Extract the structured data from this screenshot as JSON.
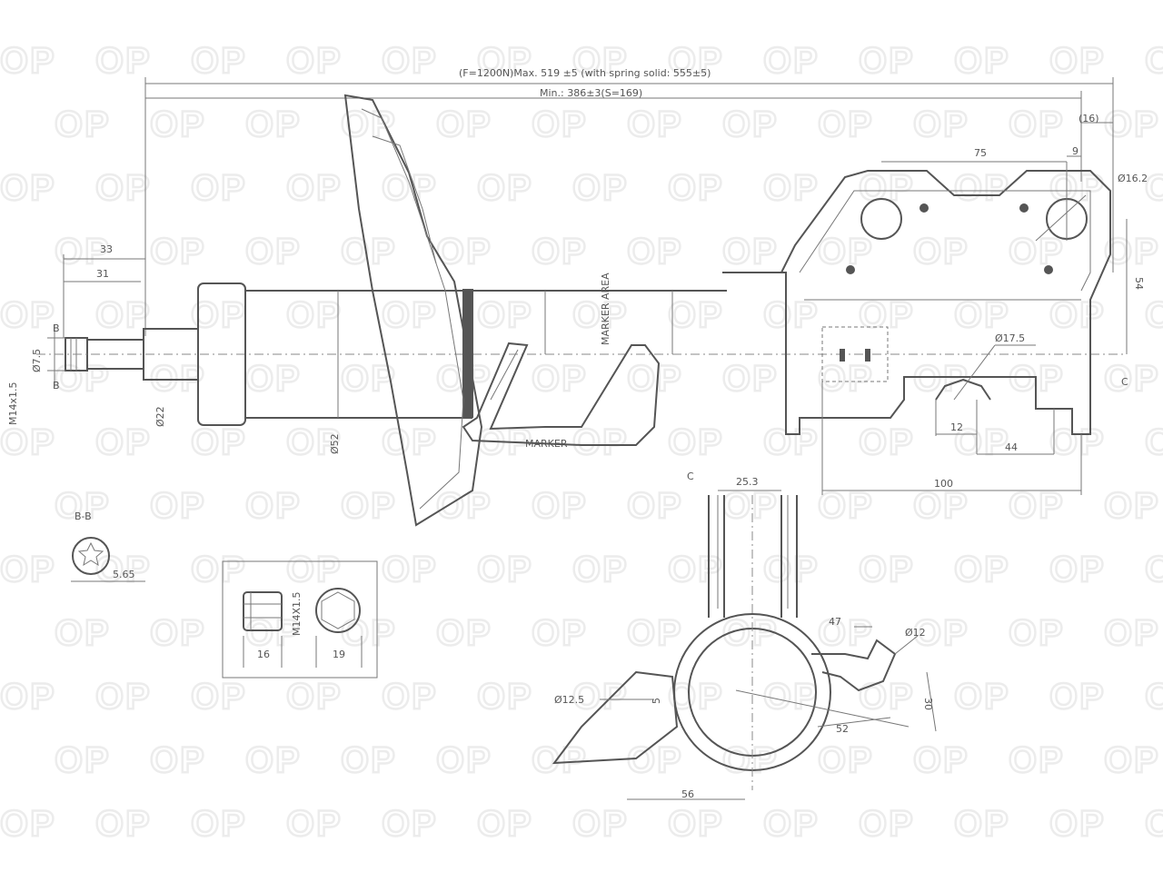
{
  "watermark": "OP",
  "dimensions": {
    "overall_top": "(F=1200N)Max. 519 ±5 (with spring solid: 555±5)",
    "overall_min": "Min.: 386±3(S=169)",
    "d33": "33",
    "d31": "31",
    "d75": "75",
    "d16": "(16)",
    "d9": "9",
    "dia162": "Ø16.2",
    "d54": "54",
    "dia175": "Ø17.5",
    "d12": "12",
    "d44": "44",
    "d100": "100",
    "c_mark": "C",
    "b_top": "B",
    "b_bottom": "B",
    "dia75": "Ø7.5",
    "m14": "M14x1.5",
    "dia22": "Ø22",
    "dia52": "Ø52",
    "bb_label": "B-B",
    "d565": "5.65",
    "nut_thread": "M14X1.5",
    "nut_w16": "16",
    "nut_w19": "19",
    "c_view": "C",
    "d253": "25.3",
    "d47": "47",
    "dia12": "Ø12",
    "dia125": "Ø12.5",
    "d5": "5",
    "d30": "30",
    "d52": "52",
    "d56": "56",
    "marker_area": "MARKER AREA",
    "marker_small": "MARKER"
  }
}
